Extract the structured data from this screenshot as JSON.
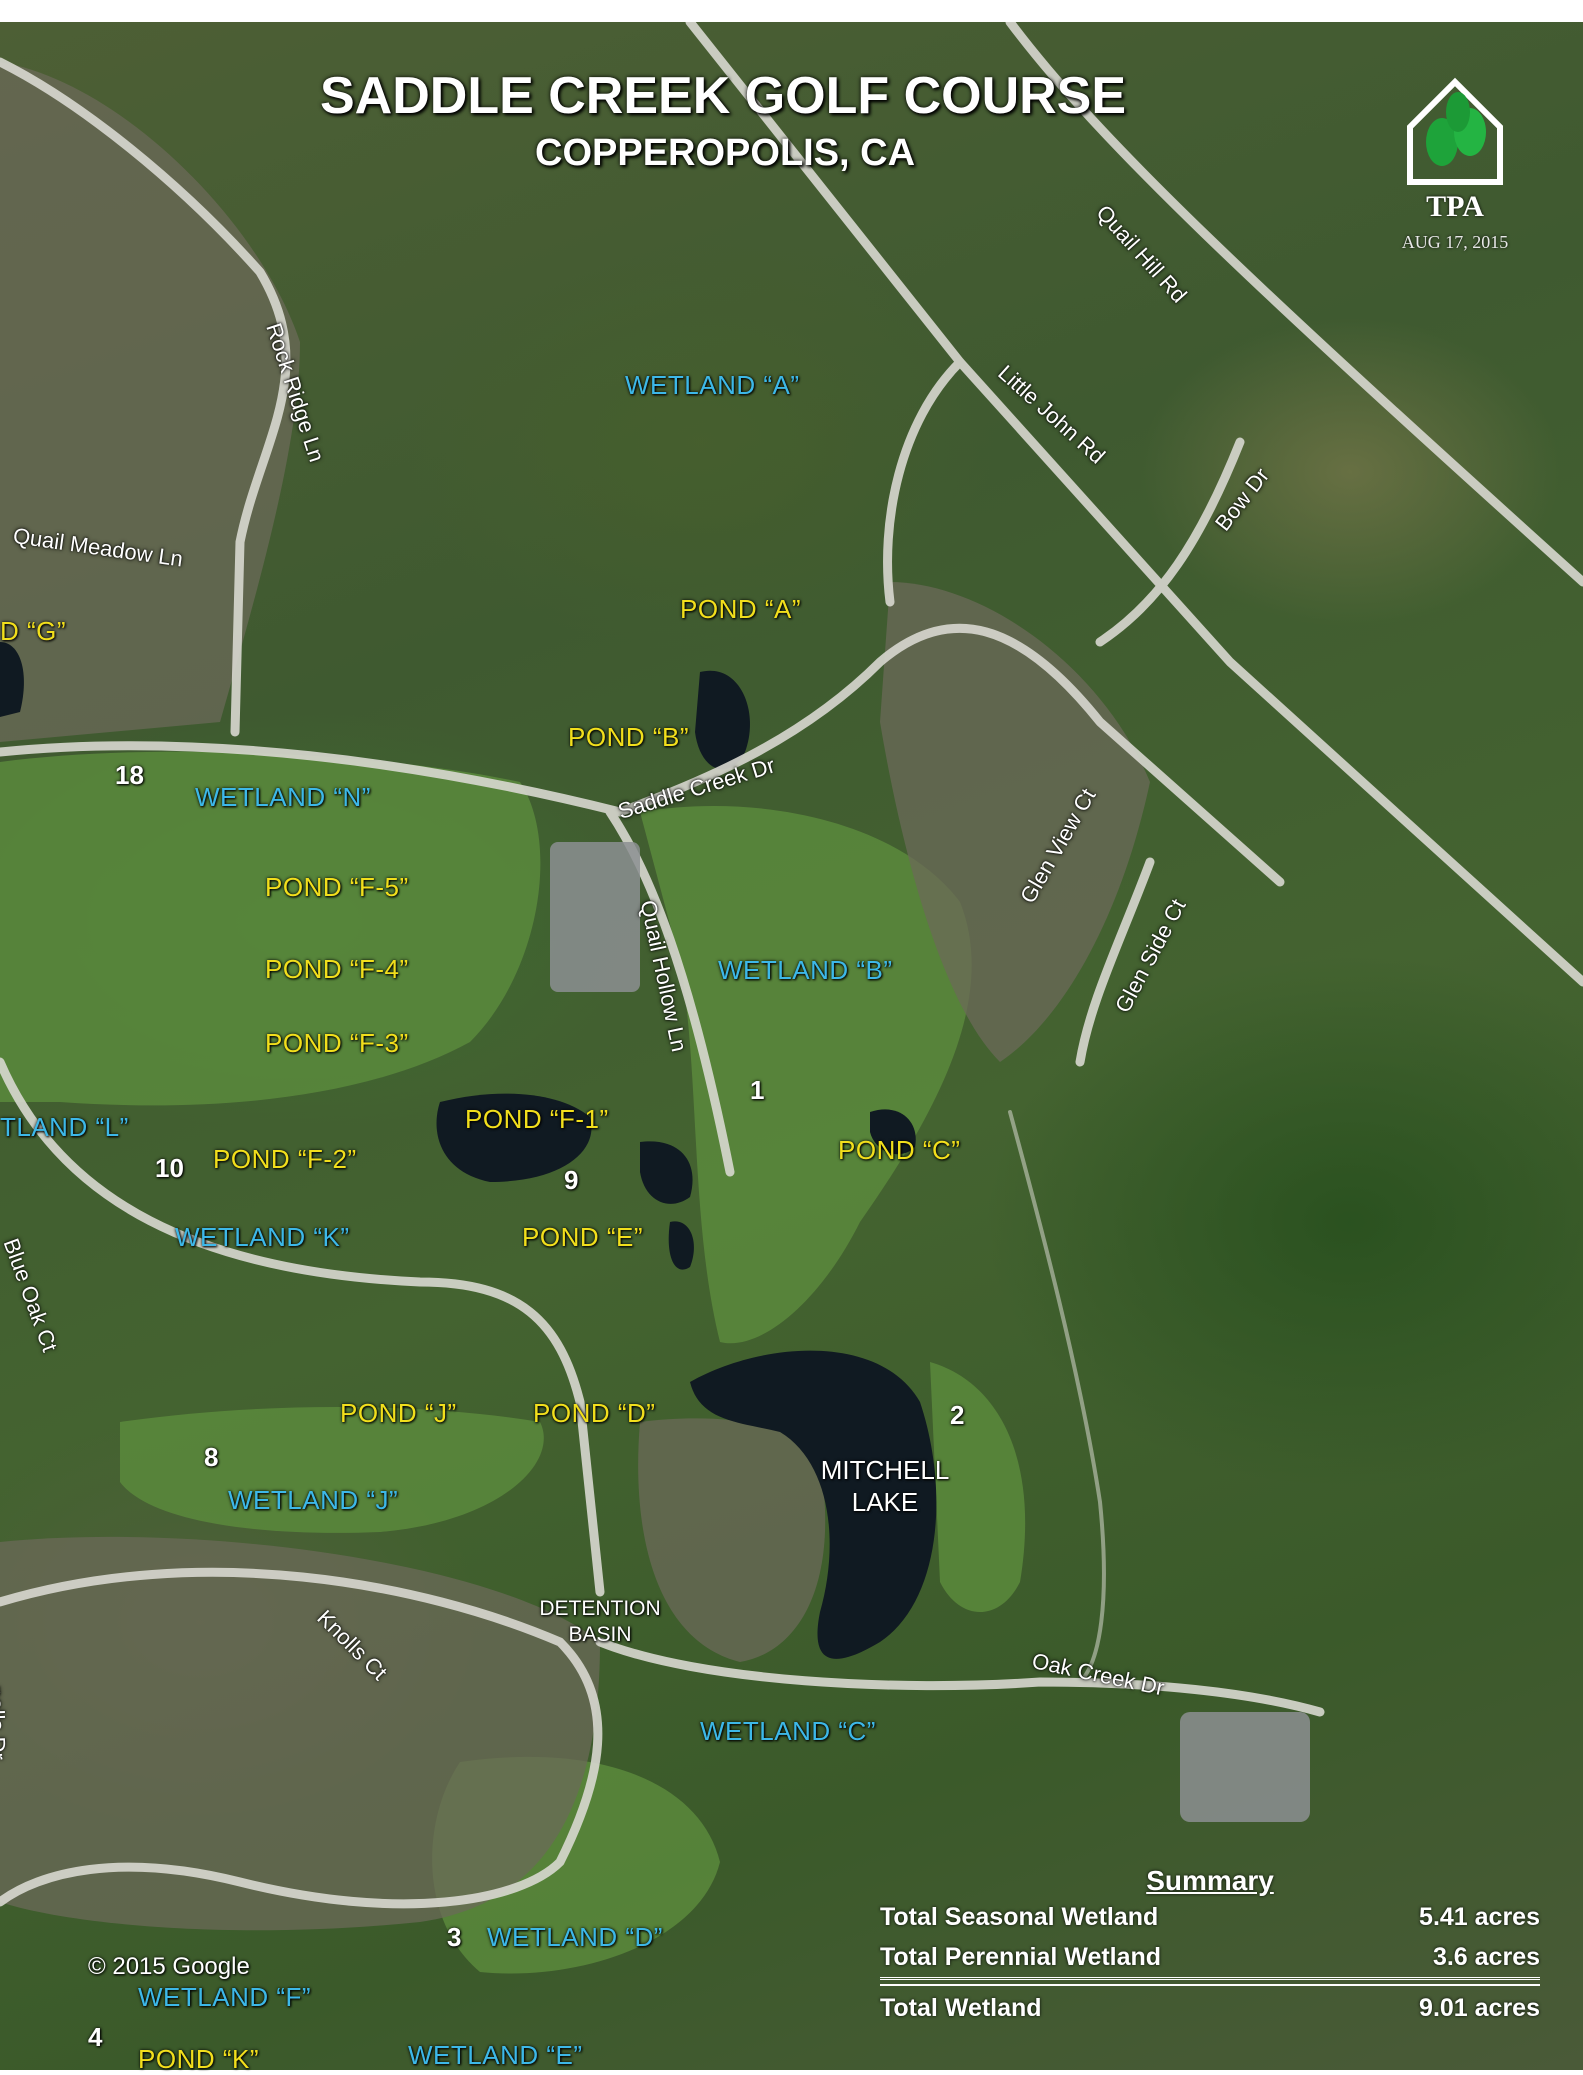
{
  "title": "SADDLE CREEK GOLF COURSE",
  "subtitle": "COPPEROPOLIS, CA",
  "logo": {
    "text": "TPA",
    "date": "AUG 17, 2015"
  },
  "copyright": "© 2015 Google",
  "colors": {
    "wetland_label": "#3db8e8",
    "pond_label": "#f2df1c",
    "hole_label": "#ffffff",
    "water": "#101a22",
    "road": "#d8d8d0"
  },
  "wetlands": {
    "a": "WETLAND “A”",
    "b": "WETLAND “B”",
    "c": "WETLAND “C”",
    "d": "WETLAND “D”",
    "e": "WETLAND “E”",
    "f": "WETLAND “F”",
    "j": "WETLAND “J”",
    "k": "WETLAND “K”",
    "l": "TLAND “L”",
    "n": "WETLAND “N”"
  },
  "ponds": {
    "a": "POND “A”",
    "b": "POND “B”",
    "c": "POND “C”",
    "d": "POND “D”",
    "e": "POND “E”",
    "f1": "POND “F-1”",
    "f2": "POND “F-2”",
    "f3": "POND “F-3”",
    "f4": "POND “F-4”",
    "f5": "POND “F-5”",
    "g": "D “G”",
    "j": "POND “J”",
    "k": "POND “K”"
  },
  "holes": {
    "h1": "1",
    "h2": "2",
    "h3": "3",
    "h4": "4",
    "h8": "8",
    "h9": "9",
    "h10": "10",
    "h18": "18"
  },
  "features": {
    "lake_line1": "MITCHELL",
    "lake_line2": "LAKE",
    "basin_line1": "DETENTION",
    "basin_line2": "BASIN"
  },
  "roads": {
    "quail_hill": "Quail Hill Rd",
    "little_john": "Little John Rd",
    "bow": "Bow Dr",
    "rock_ridge": "Rock Ridge Ln",
    "quail_meadow": "Quail Meadow Ln",
    "saddle_creek": "Saddle Creek Dr",
    "quail_hollow": "Quail Hollow Ln",
    "glen_view": "Glen View Ct",
    "glen_side": "Glen Side Ct",
    "blue_oak": "Blue Oak Ct",
    "knolls": "Knolls Ct",
    "oak_creek": "Oak Creek Dr",
    "knolls_dr": "nolls Dr"
  },
  "summary": {
    "heading": "Summary",
    "rows": [
      {
        "label": "Total Seasonal Wetland",
        "value": "5.41 acres"
      },
      {
        "label": "Total Perennial Wetland",
        "value": "3.6 acres"
      }
    ],
    "total": {
      "label": "Total Wetland",
      "value": "9.01 acres"
    }
  }
}
